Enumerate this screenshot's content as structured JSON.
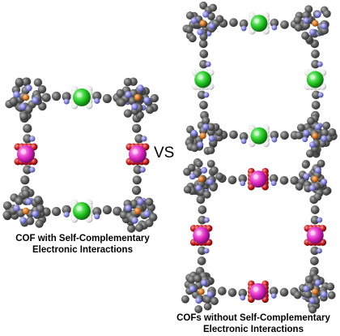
{
  "vs_label": "VS",
  "captions": {
    "left": [
      "COF with Self-Complementary",
      "Electronic Interactions"
    ],
    "bottom_right": [
      "COFs without Self-Complementary",
      "Electronic Interactions"
    ]
  },
  "colors": {
    "carbon": "#5a5a5a",
    "nitrogen": "#8c8ce0",
    "oxygen": "#c01818",
    "metal": "#d07a20",
    "electron_rich_unit": "#1ec81e",
    "electron_poor_unit": "#e628c8",
    "hydrogen": "#f2f2f2"
  },
  "frameworks": [
    {
      "id": "self-complementary",
      "top": "green",
      "bottom": "green",
      "left": "magenta",
      "right": "magenta"
    },
    {
      "id": "all-electron-rich",
      "top": "green",
      "bottom": "green",
      "left": "green",
      "right": "green"
    },
    {
      "id": "all-electron-poor",
      "top": "magenta",
      "bottom": "magenta",
      "left": "magenta",
      "right": "magenta"
    }
  ]
}
